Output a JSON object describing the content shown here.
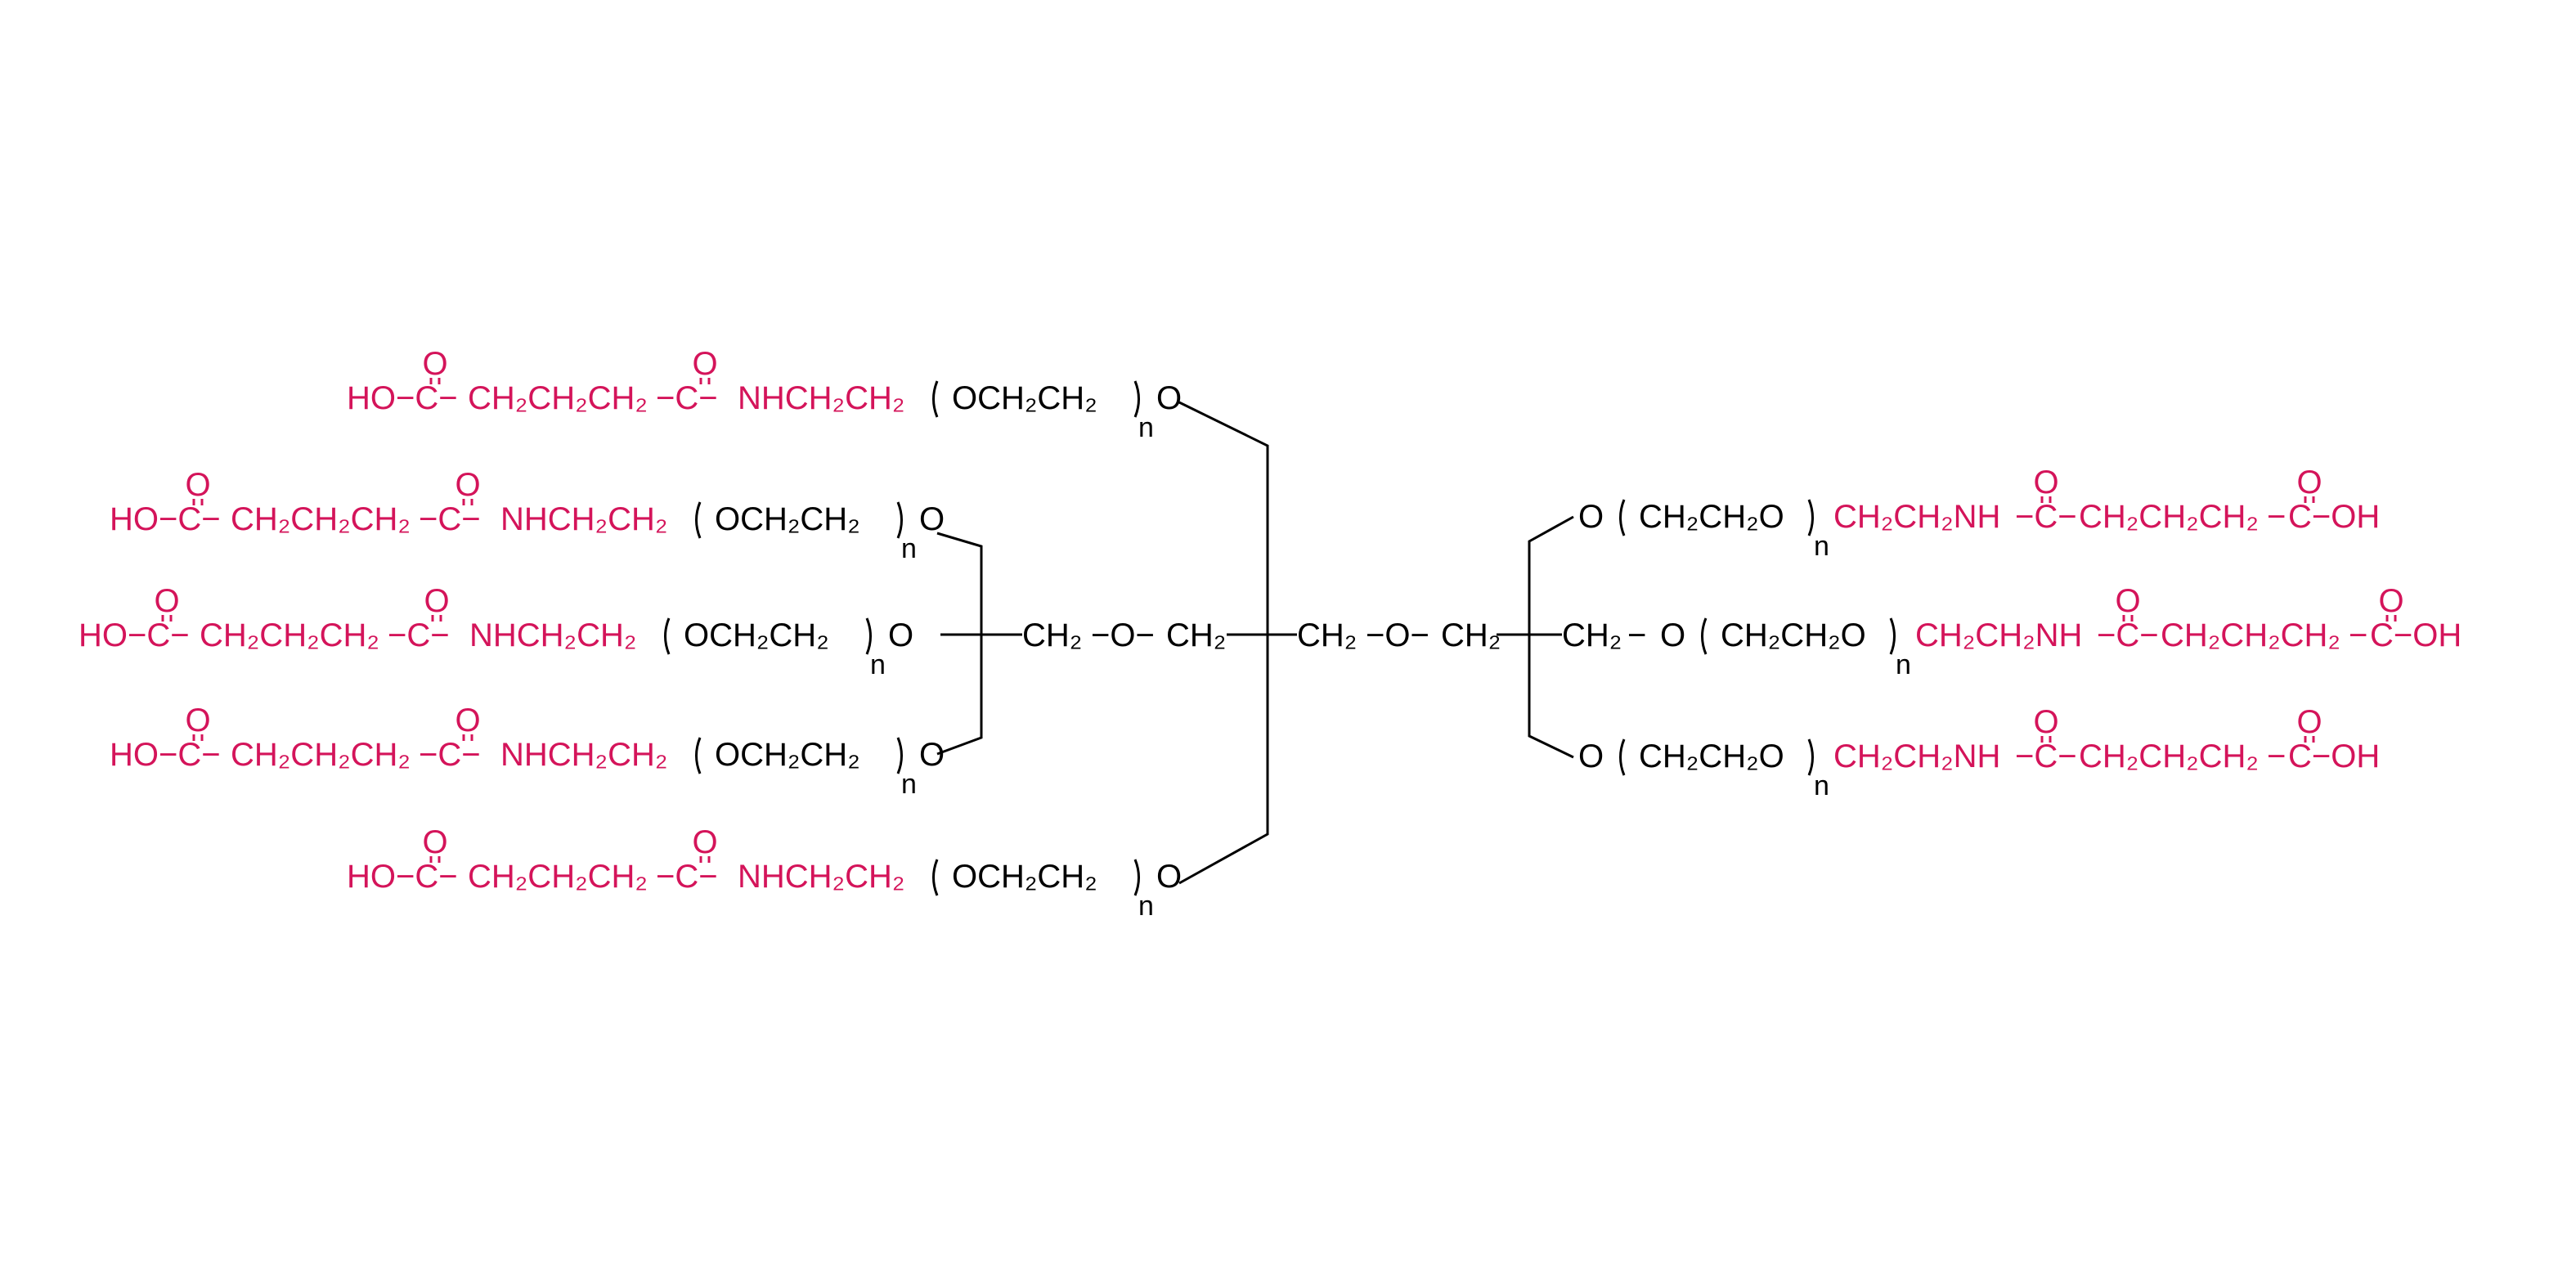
{
  "colors": {
    "red": "#d4145a",
    "black": "#000000",
    "background": "#ffffff"
  },
  "labels": {
    "o": "O",
    "n": "n",
    "sub2": "2",
    "ho_c": "HO−C−",
    "ch2ch2ch2": "CH₂CH₂CH₂",
    "dash_c": "−C−",
    "nhch2ch2": "NHCH₂CH₂",
    "och2ch2": "OCH₂CH₂",
    "ch2ch2o": "CH₂CH₂O",
    "ch2ch2nh": "CH₂CH₂NH",
    "c_oh": "−C−OH",
    "dash_c_oh": "C−OH",
    "ch2": "CH₂",
    "dash": "−",
    "o_dash": "−O−"
  }
}
